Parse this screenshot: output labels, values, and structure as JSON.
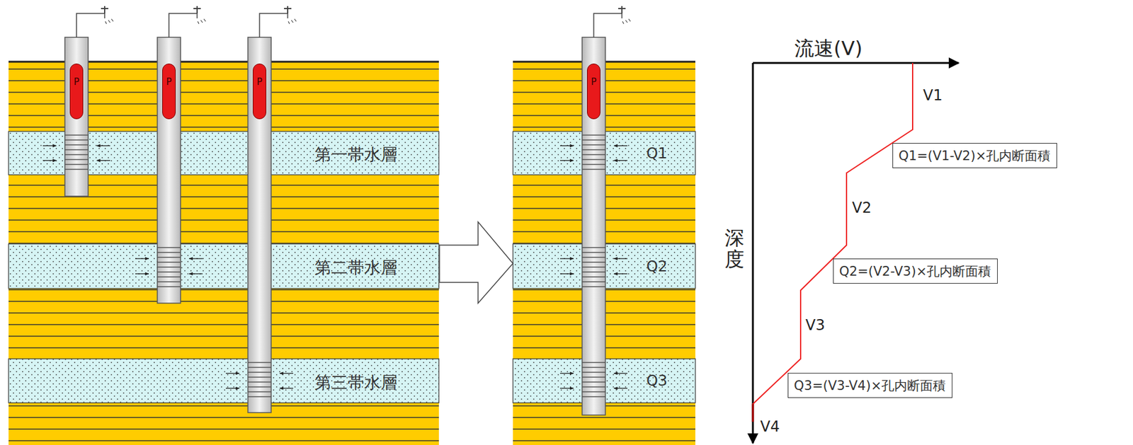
{
  "diagram": {
    "nodes": [
      {
        "text": [
          "P"
        ]
      },
      {
        "text": [
          "P"
        ]
      },
      {
        "text": [
          "P"
        ]
      },
      {
        "text": [
          "第一帯水層"
        ]
      },
      {
        "text": [
          "第二帯水層"
        ]
      },
      {
        "text": [
          "第三帯水層"
        ]
      },
      {
        "text": [
          "P"
        ]
      },
      {
        "text": [
          "Q1"
        ]
      },
      {
        "text": [
          "Q2"
        ]
      },
      {
        "text": [
          "Q3"
        ]
      },
      {
        "text": [
          "Q1=(V1-V2)×孔内断面積"
        ]
      },
      {
        "text": [
          "Q2=(V2-V3)×孔内断面積"
        ]
      },
      {
        "text": [
          "Q3=(V3-V4)×孔内断面積"
        ]
      }
    ],
    "labels": [
      "流速(V)",
      "深度",
      "V1",
      "V2",
      "V3",
      "V4"
    ]
  }
}
